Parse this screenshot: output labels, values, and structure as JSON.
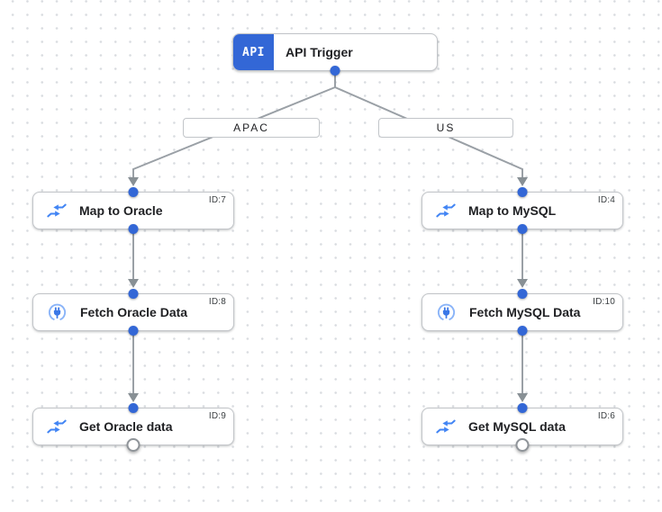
{
  "theme": {
    "accent_blue": "#3367d6",
    "icon_blue": "#4285f4",
    "connector_ring_blue": "#8ab4f8",
    "edge_gray": "#9aa0a6",
    "grid_dot_gray": "#d9dce0"
  },
  "trigger": {
    "icon": "api-badge-icon",
    "icon_label": "API",
    "title": "API Trigger"
  },
  "branches": [
    {
      "label": "APAC"
    },
    {
      "label": "US"
    }
  ],
  "nodes": [
    {
      "id": "ID:7",
      "title": "Map to Oracle",
      "icon": "data-mapping-icon",
      "branch": "APAC"
    },
    {
      "id": "ID:8",
      "title": "Fetch Oracle Data",
      "icon": "connector-icon",
      "branch": "APAC"
    },
    {
      "id": "ID:9",
      "title": "Get Oracle data",
      "icon": "data-mapping-icon",
      "branch": "APAC"
    },
    {
      "id": "ID:4",
      "title": "Map to MySQL",
      "icon": "data-mapping-icon",
      "branch": "US"
    },
    {
      "id": "ID:10",
      "title": "Fetch MySQL Data",
      "icon": "connector-icon",
      "branch": "US"
    },
    {
      "id": "ID:6",
      "title": "Get MySQL data",
      "icon": "data-mapping-icon",
      "branch": "US"
    }
  ]
}
